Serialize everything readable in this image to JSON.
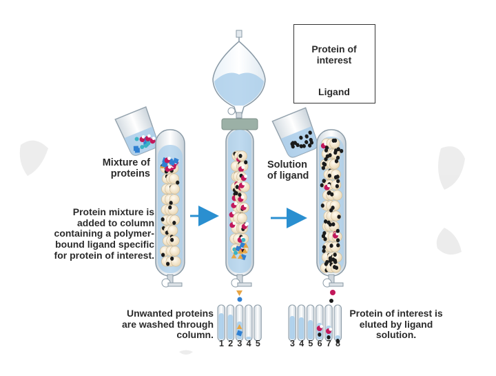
{
  "legend": {
    "protein_label": "Protein of interest",
    "ligand_label": "Ligand"
  },
  "labels": {
    "mixture": "Mixture of proteins",
    "step1": "Protein mixture is added to column containing a polymer-bound ligand specific for protein of interest.",
    "solution": "Solution of ligand",
    "step2": "Unwanted proteins are washed through column.",
    "step3": "Protein of interest is eluted by ligand solution."
  },
  "tube_numbers_left": [
    "1",
    "2",
    "3",
    "4",
    "5"
  ],
  "tube_numbers_right": [
    "3",
    "4",
    "5",
    "6",
    "7",
    "8"
  ],
  "colors": {
    "protein_of_interest": "#c2185b",
    "ligand": "#1b1b1b",
    "bead": "#f3e6cc",
    "liquid": "#a9cdea",
    "arrow": "#2a8fd0",
    "unwanted_blue": "#2f7fd1",
    "unwanted_orange": "#e7a545"
  }
}
